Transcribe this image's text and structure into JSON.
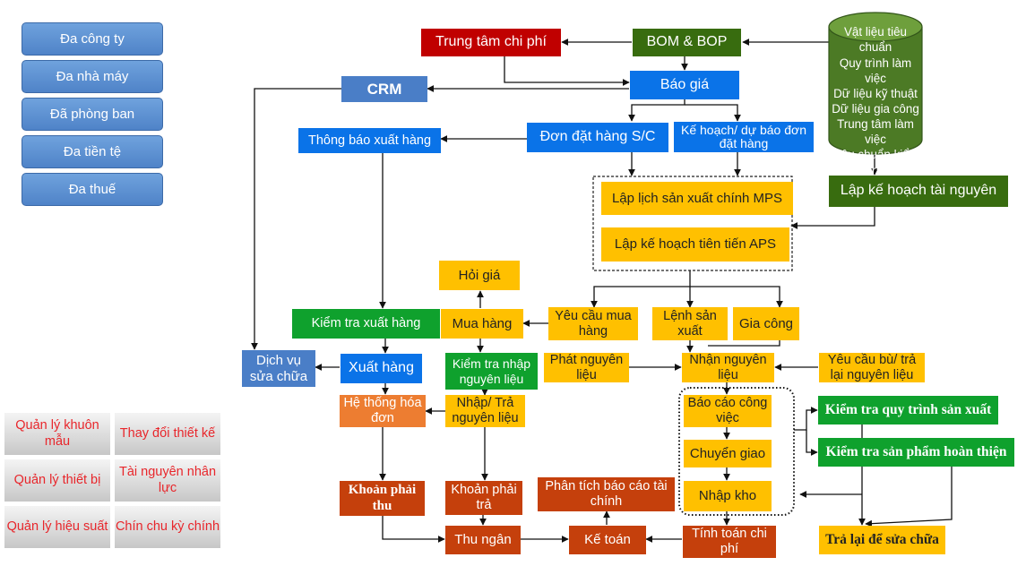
{
  "sidebar": {
    "items": [
      {
        "label": "Đa công ty"
      },
      {
        "label": "Đa nhà máy"
      },
      {
        "label": "Đã phòng ban"
      },
      {
        "label": "Đa tiền tệ"
      },
      {
        "label": "Đa thuế"
      }
    ]
  },
  "modules": [
    {
      "label": "Quản lý khuôn mẫu"
    },
    {
      "label": "Thay đổi thiết kế"
    },
    {
      "label": "Quản lý thiết bị"
    },
    {
      "label": "Tài nguyên nhân lực"
    },
    {
      "label": "Quản lý hiệu suất"
    },
    {
      "label": "Chín chu kỳ chính"
    }
  ],
  "database": {
    "lines": [
      "Vật liệu tiêu chuẩn",
      "Quy trình làm việc",
      "Dữ liệu kỹ thuật",
      "Dữ liệu gia công",
      "Trung tâm làm việc",
      "Tiêu chuẩn kiểm tra"
    ]
  },
  "nodes": {
    "cost_center": "Trung tâm chi phí",
    "bom_bop": "BOM & BOP",
    "quote": "Báo giá",
    "crm": "CRM",
    "shipping_notice": "Thông báo xuất hàng",
    "sales_order": "Đơn đặt hàng S/C",
    "order_forecast": "Kế hoạch/ dự báo đơn đặt hàng",
    "resource_planning": "Lập kế hoạch tài nguyên",
    "mps": "Lập lịch sản xuất chính MPS",
    "aps": "Lập kế hoạch tiên tiến APS",
    "price_inquiry": "Hỏi giá",
    "purchase_request": "Yêu cầu mua hàng",
    "production_order": "Lệnh sản xuất",
    "outsourcing": "Gia công",
    "shipping_check": "Kiểm tra xuất hàng",
    "purchasing": "Mua hàng",
    "repair_service": "Dịch vụ sửa chữa",
    "shipping": "Xuất hàng",
    "incoming_check": "Kiểm tra nhập nguyên liệu",
    "material_issue": "Phát nguyên liệu",
    "material_receive": "Nhận nguyên liệu",
    "material_return_request": "Yêu cầu bù/ trả lại nguyên liệu",
    "work_report": "Báo cáo công việc",
    "transfer": "Chuyển giao",
    "warehouse_in": "Nhập kho",
    "invoice_system": "Hệ thống hóa đơn",
    "material_in_return": "Nhập/ Trả nguyên liệu",
    "process_check": "Kiểm tra quy trình sản xuất",
    "product_check": "Kiểm tra sản phẩm hoàn thiện",
    "receivables": "Khoản phải thu",
    "payables": "Khoản phải trả",
    "financial_analysis": "Phân tích báo cáo tài chính",
    "cashier": "Thu ngân",
    "accounting": "Kế toán",
    "cost_calc": "Tính toán chi phí",
    "return_repair": "Trả lại để sửa chữa"
  },
  "colors": {
    "red": "#c00000",
    "dark_green": "#386c0f",
    "blue": "#0a73e8",
    "green": "#0fa12d",
    "yellow": "#ffc000",
    "orange": "#ed7d31",
    "rust": "#c5400c",
    "sidebar_blue": "#5b8fd3",
    "module_text": "#e8262b"
  }
}
